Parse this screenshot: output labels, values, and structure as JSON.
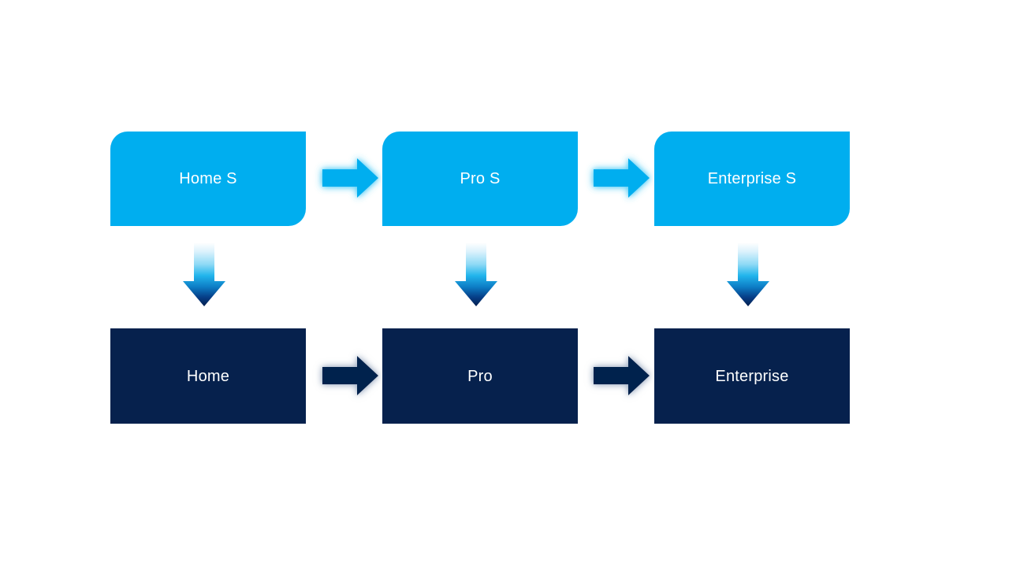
{
  "diagram": {
    "type": "flow",
    "background_color": "#FFFFFF",
    "palette": {
      "top_box_fill": "#00AEEF",
      "bottom_box_fill": "#06214D",
      "horizontal_arrow_top_fill": "#00AEEF",
      "horizontal_arrow_bottom_fill": "#06214D",
      "vertical_arrow_gradient_start": "#FFFFFF",
      "vertical_arrow_gradient_mid": "#29B6EC",
      "vertical_arrow_gradient_end": "#05255C",
      "label_color": "#FFFFFF",
      "top_arrow_glow": "#7FD9F7",
      "bottom_arrow_glow": "#A9B4C6"
    },
    "rows": [
      {
        "row_name": "services-row",
        "style": "top",
        "nodes": [
          {
            "id": "home-s",
            "label": "Home S"
          },
          {
            "id": "pro-s",
            "label": "Pro S"
          },
          {
            "id": "enterprise-s",
            "label": "Enterprise S"
          }
        ],
        "connector_labels": [
          "",
          ""
        ]
      },
      {
        "row_name": "products-row",
        "style": "bottom",
        "nodes": [
          {
            "id": "home",
            "label": "Home"
          },
          {
            "id": "pro",
            "label": "Pro"
          },
          {
            "id": "enterprise",
            "label": "Enterprise"
          }
        ],
        "connector_labels": [
          "",
          ""
        ]
      }
    ],
    "connectors": {
      "horizontal_top": [
        {
          "id": "arrow-home-s-to-pro-s",
          "icon": "arrow-right-icon",
          "from": "home-s",
          "to": "pro-s"
        },
        {
          "id": "arrow-pro-s-to-enterprise-s",
          "icon": "arrow-right-icon",
          "from": "pro-s",
          "to": "enterprise-s"
        }
      ],
      "horizontal_bottom": [
        {
          "id": "arrow-home-to-pro",
          "icon": "arrow-right-icon",
          "from": "home",
          "to": "pro"
        },
        {
          "id": "arrow-pro-to-enterprise",
          "icon": "arrow-right-icon",
          "from": "pro",
          "to": "enterprise"
        }
      ],
      "vertical": [
        {
          "id": "arrow-home-s-to-home",
          "icon": "arrow-down-icon",
          "from": "home-s",
          "to": "home"
        },
        {
          "id": "arrow-pro-s-to-pro",
          "icon": "arrow-down-icon",
          "from": "pro-s",
          "to": "pro"
        },
        {
          "id": "arrow-enterprise-s-to-enterprise",
          "icon": "arrow-down-icon",
          "from": "enterprise-s",
          "to": "enterprise"
        }
      ]
    }
  }
}
